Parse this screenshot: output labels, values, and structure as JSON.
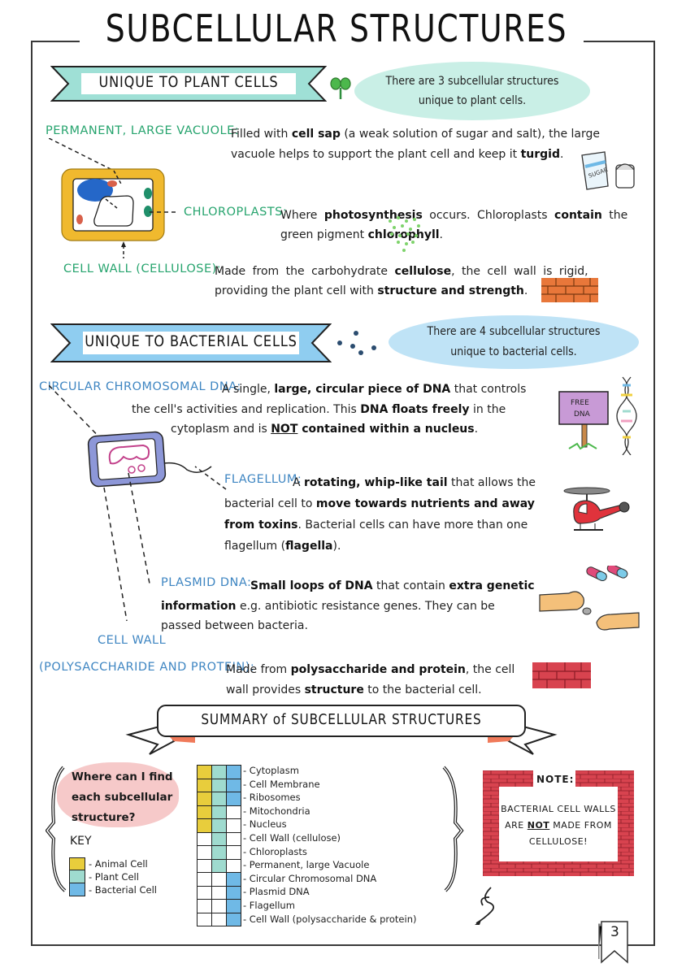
{
  "page": {
    "title": "SUBCELLULAR STRUCTURES",
    "page_number": "3"
  },
  "plant": {
    "banner": "UNIQUE TO PLANT CELLS",
    "bubble_line1": "There are 3 subcellular structures",
    "bubble_line2": "unique to plant cells.",
    "items": [
      {
        "term": "PERMANENT, LARGE VACUOLE:",
        "line1_pre": "Filled with ",
        "line1_b1": "cell sap",
        "line1_post": " (a weak solution of sugar and salt), the large",
        "line2_pre": "vacuole helps to support the plant cell and keep it ",
        "line2_b": "turgid",
        "line2_post": "."
      },
      {
        "term": "CHLOROPLASTS:",
        "line1_pre": "Where ",
        "line1_b1": "photosynthesis",
        "line1_mid": " occurs. Chloroplasts ",
        "line1_b2": "contain",
        "line1_post": " the",
        "line2_pre": "green pigment ",
        "line2_b": "chlorophyll",
        "line2_post": "."
      },
      {
        "term": "CELL WALL (CELLULOSE):",
        "line1_pre": "Made from the carbohydrate ",
        "line1_b1": "cellulose",
        "line1_post": ", the cell wall is rigid,",
        "line2_pre": "providing the plant cell with ",
        "line2_b": "structure and strength",
        "line2_post": "."
      }
    ],
    "sugar_label": "SUGAR"
  },
  "bacteria": {
    "banner": "UNIQUE TO BACTERIAL CELLS",
    "bubble_line1": "There are 4 subcellular structures",
    "bubble_line2": "unique to bacterial cells.",
    "dna": {
      "term": "CIRCULAR CHROMOSOMAL DNA:",
      "l1_pre": "A single, ",
      "l1_b": "large, circular piece of DNA",
      "l1_post": " that controls",
      "l2_pre": "the cell's activities and replication. This ",
      "l2_b": "DNA floats freely",
      "l2_post": " in the",
      "l3_pre": "cytoplasm and is ",
      "l3_u": "NOT",
      "l3_b": " contained within a nucleus",
      "l3_post": "."
    },
    "flagellum": {
      "term": "FLAGELLUM:",
      "l1_pre": " A ",
      "l1_b": "rotating, whip-like tail",
      "l1_post": " that allows the",
      "l2_pre": "bacterial cell to ",
      "l2_b": "move towards nutrients and away",
      "l3_b": "from toxins",
      "l3_post": ". Bacterial cells can have more than one",
      "l4_pre": "flagellum (",
      "l4_b": "flagella",
      "l4_post": ")."
    },
    "plasmid": {
      "term": "PLASMID DNA:",
      "l1_b1": "Small loops of DNA",
      "l1_mid": " that contain ",
      "l1_b2": "extra genetic",
      "l2_b": "information",
      "l2_post": " e.g. antibiotic resistance genes. They can be",
      "l3": "passed between bacteria."
    },
    "cellwall": {
      "term1": "CELL WALL",
      "term2": "(POLYSACCHARIDE AND PROTEIN):",
      "l1_pre": "Made from ",
      "l1_b": "polysaccharide and protein",
      "l1_post": ", the cell",
      "l2_pre": "wall provides ",
      "l2_b": "structure",
      "l2_post": " to the bacterial cell."
    },
    "sign_line1": "FREE",
    "sign_line2": "DNA"
  },
  "summary": {
    "banner": "SUMMARY of SUBCELLULAR STRUCTURES",
    "question_line1": "Where can I find",
    "question_line2": "each subcellular",
    "question_line3": "structure?",
    "key_title": "KEY",
    "key": [
      {
        "label": "- Animal Cell",
        "color": "#e8cd3c"
      },
      {
        "label": "- Plant Cell",
        "color": "#9fdbcf"
      },
      {
        "label": "- Bacterial Cell",
        "color": "#6fb9e6"
      }
    ],
    "rows": [
      {
        "label": "- Cytoplasm",
        "animal": true,
        "plant": true,
        "bacterial": true
      },
      {
        "label": "- Cell Membrane",
        "animal": true,
        "plant": true,
        "bacterial": true
      },
      {
        "label": "- Ribosomes",
        "animal": true,
        "plant": true,
        "bacterial": true
      },
      {
        "label": "- Mitochondria",
        "animal": true,
        "plant": true,
        "bacterial": false
      },
      {
        "label": "- Nucleus",
        "animal": true,
        "plant": true,
        "bacterial": false
      },
      {
        "label": "- Cell Wall (cellulose)",
        "animal": false,
        "plant": true,
        "bacterial": false
      },
      {
        "label": "- Chloroplasts",
        "animal": false,
        "plant": true,
        "bacterial": false
      },
      {
        "label": "- Permanent, large Vacuole",
        "animal": false,
        "plant": true,
        "bacterial": false
      },
      {
        "label": "- Circular Chromosomal DNA",
        "animal": false,
        "plant": false,
        "bacterial": true
      },
      {
        "label": "- Plasmid DNA",
        "animal": false,
        "plant": false,
        "bacterial": true
      },
      {
        "label": "- Flagellum",
        "animal": false,
        "plant": false,
        "bacterial": true
      },
      {
        "label": "- Cell Wall (polysaccharide & protein)",
        "animal": false,
        "plant": false,
        "bacterial": true
      }
    ],
    "note_title": "NOTE:",
    "note_line1": "BACTERIAL CELL WALLS",
    "note_pre": "ARE ",
    "note_u": "NOT",
    "note_post": " MADE FROM",
    "note_line3": "CELLULOSE!"
  },
  "colors": {
    "plant_accent": "#9fe0d6",
    "plant_term": "#27a46e",
    "bacteria_accent": "#8fcdf0",
    "bacteria_term": "#3f86c2",
    "brick_orange": "#e8773a",
    "brick_red": "#d8434f",
    "question_bubble": "#f6c9c9",
    "cell_wall_yellow": "#f0b92e",
    "bacterium_purple": "#8d97d8"
  }
}
